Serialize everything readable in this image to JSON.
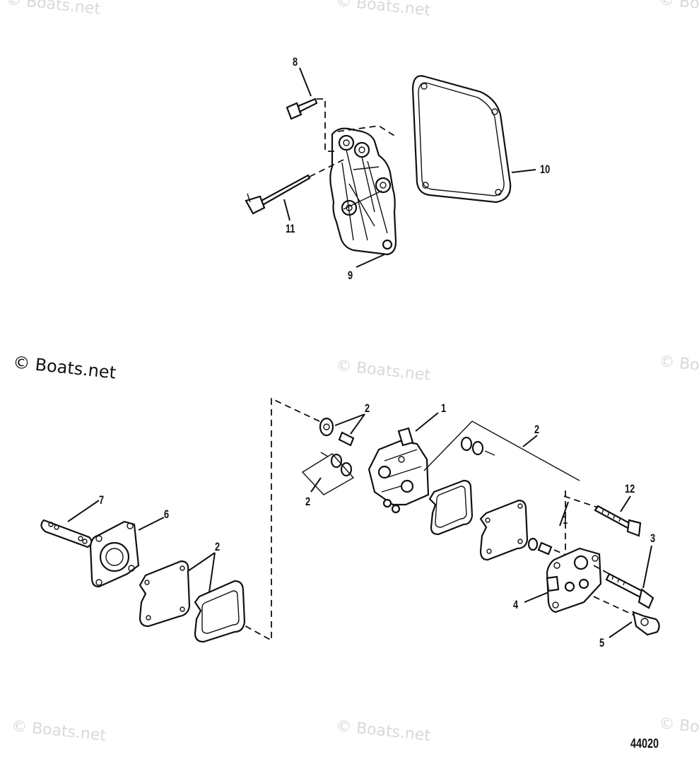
{
  "watermark": {
    "text": "© Boats.net"
  },
  "diagram": {
    "reference_number": "44020",
    "callouts": {
      "c1a": "1",
      "c1b": "1",
      "c2a": "2",
      "c2b": "2",
      "c2c": "2",
      "c2d": "2",
      "c3": "3",
      "c4": "4",
      "c5": "5",
      "c6": "6",
      "c7": "7",
      "c8": "8",
      "c9": "9",
      "c10": "10",
      "c11": "11",
      "c12": "12"
    }
  }
}
